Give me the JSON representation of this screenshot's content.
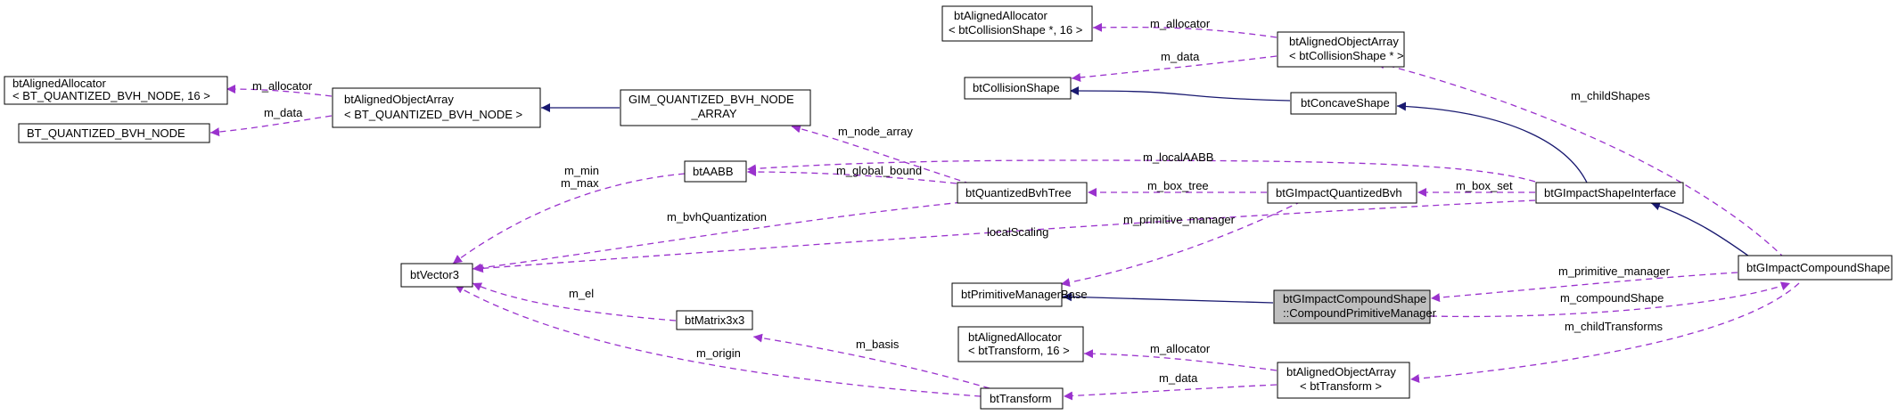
{
  "colors": {
    "inheritance": "#191970",
    "usage": "#9a32cd",
    "focus_fill": "#bfbfbf"
  },
  "nodes": {
    "alloc_qbvh": [
      "btAlignedAllocator",
      "< BT_QUANTIZED_BVH_NODE, 16 >"
    ],
    "qbvh_node": [
      "BT_QUANTIZED_BVH_NODE"
    ],
    "arr_qbvh": [
      "btAlignedObjectArray",
      "< BT_QUANTIZED_BVH_NODE >"
    ],
    "gim_array": [
      "GIM_QUANTIZED_BVH_NODE",
      "_ARRAY"
    ],
    "btVector3": [
      "btVector3"
    ],
    "btAABB": [
      "btAABB"
    ],
    "qbvh_tree": [
      "btQuantizedBvhTree"
    ],
    "btMatrix3x3": [
      "btMatrix3x3"
    ],
    "btTransform": [
      "btTransform"
    ],
    "alloc_cs": [
      "btAlignedAllocator",
      "< btCollisionShape *, 16 >"
    ],
    "btCollisionShape": [
      "btCollisionShape"
    ],
    "arr_cs": [
      "btAlignedObjectArray",
      "< btCollisionShape * >"
    ],
    "btConcaveShape": [
      "btConcaveShape"
    ],
    "gi_qbvh": [
      "btGImpactQuantizedBvh"
    ],
    "gi_iface": [
      "btGImpactShapeInterface"
    ],
    "prim_mgr": [
      "btPrimitiveManagerBase"
    ],
    "compound_pm": [
      "btGImpactCompoundShape",
      "::CompoundPrimitiveManager"
    ],
    "alloc_tr": [
      "btAlignedAllocator",
      "< btTransform, 16 >"
    ],
    "arr_tr": [
      "btAlignedObjectArray",
      "< btTransform >"
    ],
    "compound": [
      "btGImpactCompoundShape"
    ]
  },
  "edge_labels": {
    "m_allocator_qbvh": "m_allocator",
    "m_data_qbvh": "m_data",
    "m_node_array": "m_node_array",
    "m_min_max": [
      "m_min",
      "m_max"
    ],
    "m_global_bound": "m_global_bound",
    "m_localAABB": "m_localAABB",
    "m_bvhQuantization": "m_bvhQuantization",
    "localScaling": "localScaling",
    "m_el": "m_el",
    "m_origin": "m_origin",
    "m_basis": "m_basis",
    "m_allocator_cs": "m_allocator",
    "m_data_cs": "m_data",
    "m_childShapes": "m_childShapes",
    "m_box_tree": "m_box_tree",
    "m_box_set": "m_box_set",
    "m_primitive_manager_qbvh": "m_primitive_manager",
    "m_primitive_manager_compound": "m_primitive_manager",
    "m_compoundShape": "m_compoundShape",
    "m_childTransforms": "m_childTransforms",
    "m_allocator_tr": "m_allocator",
    "m_data_tr": "m_data"
  }
}
